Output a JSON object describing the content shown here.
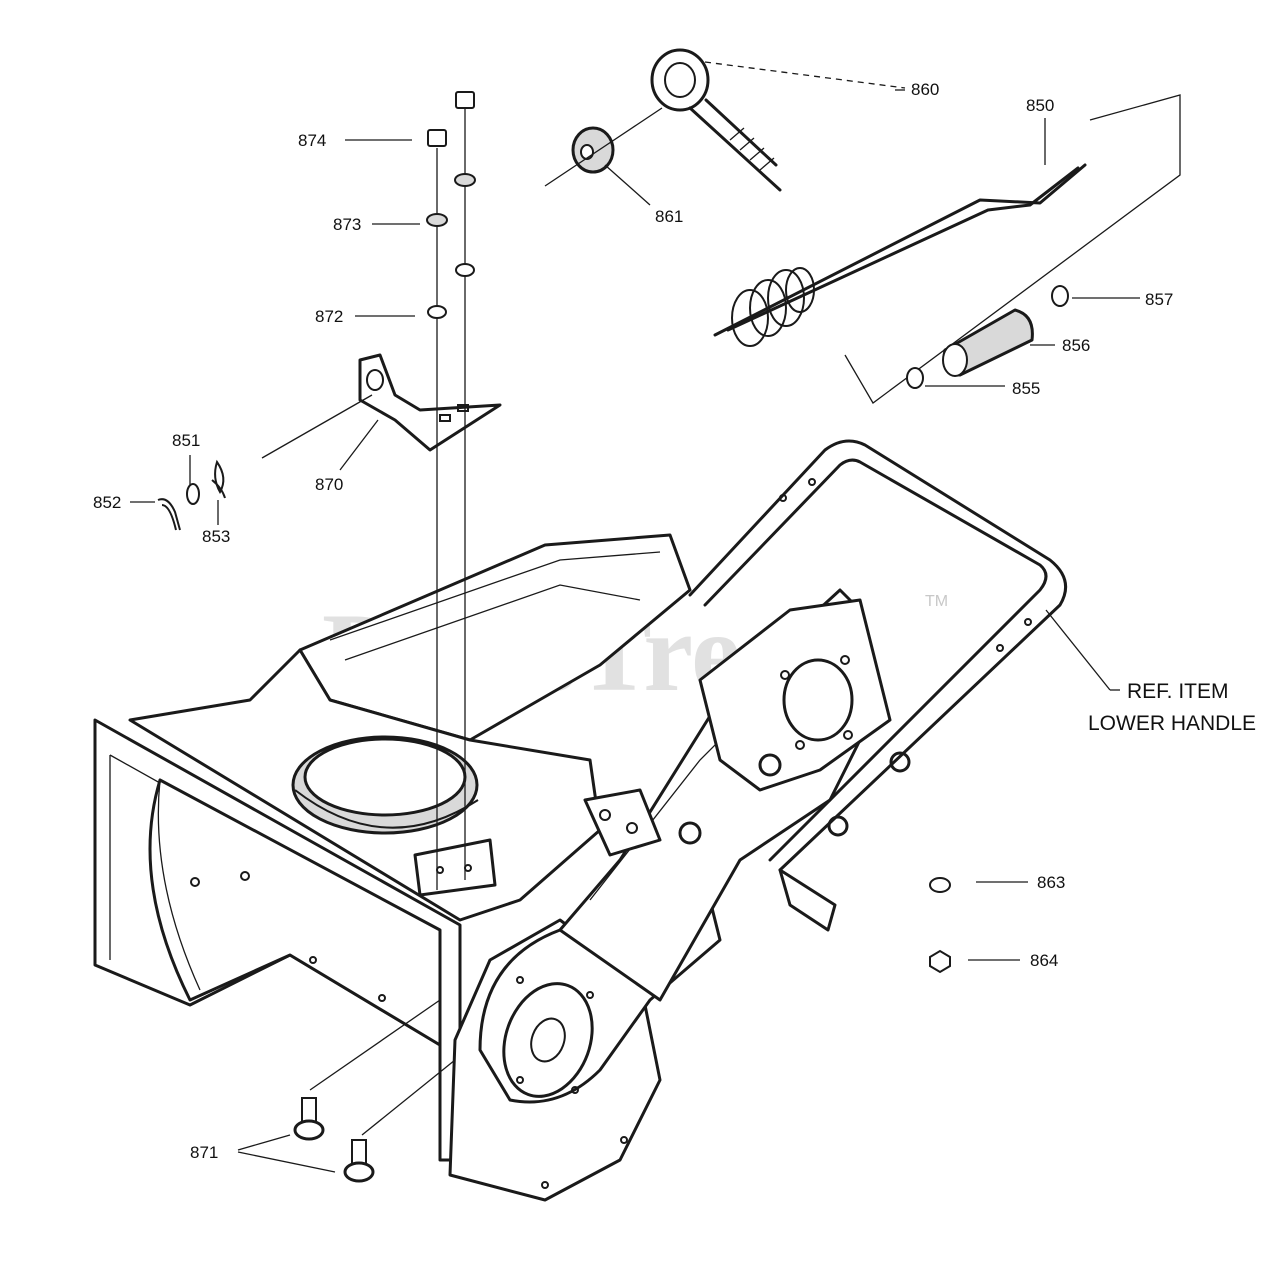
{
  "watermark": {
    "text": "PartsTree",
    "trademark": "TM"
  },
  "callouts": {
    "c874": "874",
    "c873": "873",
    "c872": "872",
    "c870": "870",
    "c851": "851",
    "c852": "852",
    "c853": "853",
    "c860": "860",
    "c861": "861",
    "c850": "850",
    "c857": "857",
    "c856": "856",
    "c855": "855",
    "c863": "863",
    "c864": "864",
    "c871": "871"
  },
  "reference_note": {
    "line1": "REF. ITEM",
    "line2": "LOWER HANDLE"
  }
}
